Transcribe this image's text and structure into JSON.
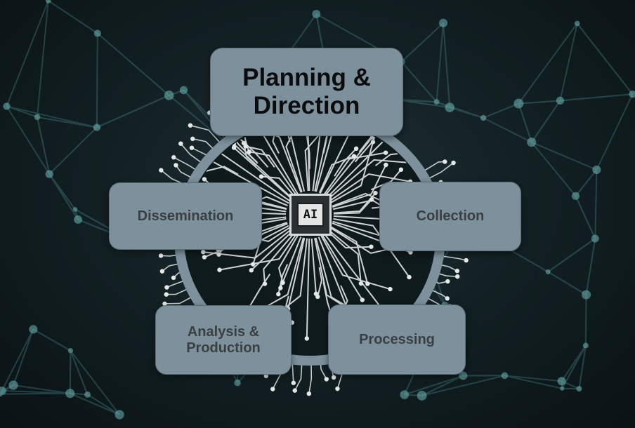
{
  "diagram": {
    "chip_label": "AI",
    "stages": [
      {
        "id": "planning",
        "label": "Planning &\nDirection"
      },
      {
        "id": "collection",
        "label": "Collection"
      },
      {
        "id": "processing",
        "label": "Processing"
      },
      {
        "id": "analysis",
        "label": "Analysis &\nProduction"
      },
      {
        "id": "dissemination",
        "label": "Dissemination"
      }
    ]
  },
  "colors": {
    "box_fill": "#7d919c",
    "ring": "#7d919c",
    "background": "#132124",
    "network": "#4e8f93",
    "circuit": "#e6e8e8"
  }
}
